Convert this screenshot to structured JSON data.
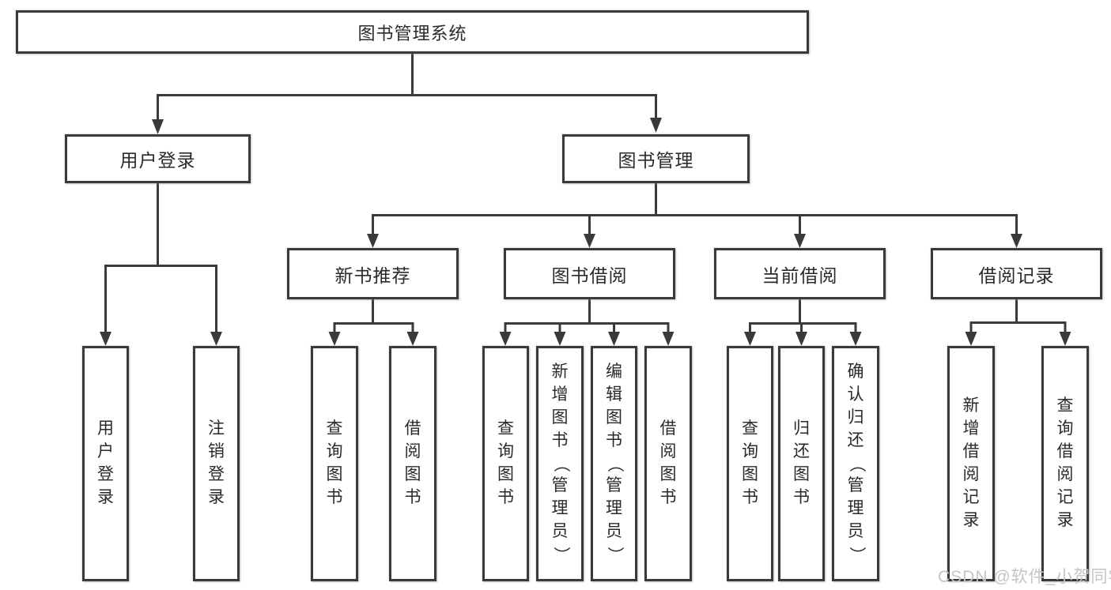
{
  "tree": {
    "root": "图书管理系统",
    "level2": [
      {
        "label": "用户登录",
        "leaves": [
          "用户登录",
          "注销登录"
        ]
      },
      {
        "label": "图书管理",
        "level3": [
          {
            "label": "新书推荐",
            "leaves": [
              "查询图书",
              "借阅图书"
            ]
          },
          {
            "label": "图书借阅",
            "leaves": [
              "查询图书",
              "新增图书（管理员）",
              "编辑图书（管理员）",
              "借阅图书"
            ]
          },
          {
            "label": "当前借阅",
            "leaves": [
              "查询图书",
              "归还图书",
              "确认归还（管理员）"
            ]
          },
          {
            "label": "借阅记录",
            "leaves": [
              "新增借阅记录",
              "查询借阅记录"
            ]
          }
        ]
      }
    ]
  },
  "watermark": "CSDN @软件_小贺同学",
  "colors": {
    "line": "#3a3a3a",
    "text": "#2a2a2a",
    "box_fill": "#ffffff",
    "background": "#ffffff",
    "watermark": "#c5c5c5"
  }
}
